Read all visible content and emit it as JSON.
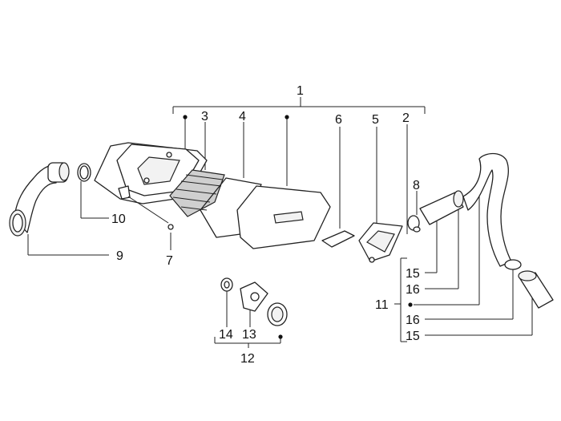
{
  "callouts": {
    "c1": "1",
    "c2": "2",
    "c3": "3",
    "c4": "4",
    "c5": "5",
    "c6": "6",
    "c7": "7",
    "c8": "8",
    "c9": "9",
    "c10": "10",
    "c11": "11",
    "c12": "12",
    "c13": "13",
    "c14": "14",
    "c15a": "15",
    "c16a": "16",
    "c16b": "16",
    "c15b": "15"
  }
}
